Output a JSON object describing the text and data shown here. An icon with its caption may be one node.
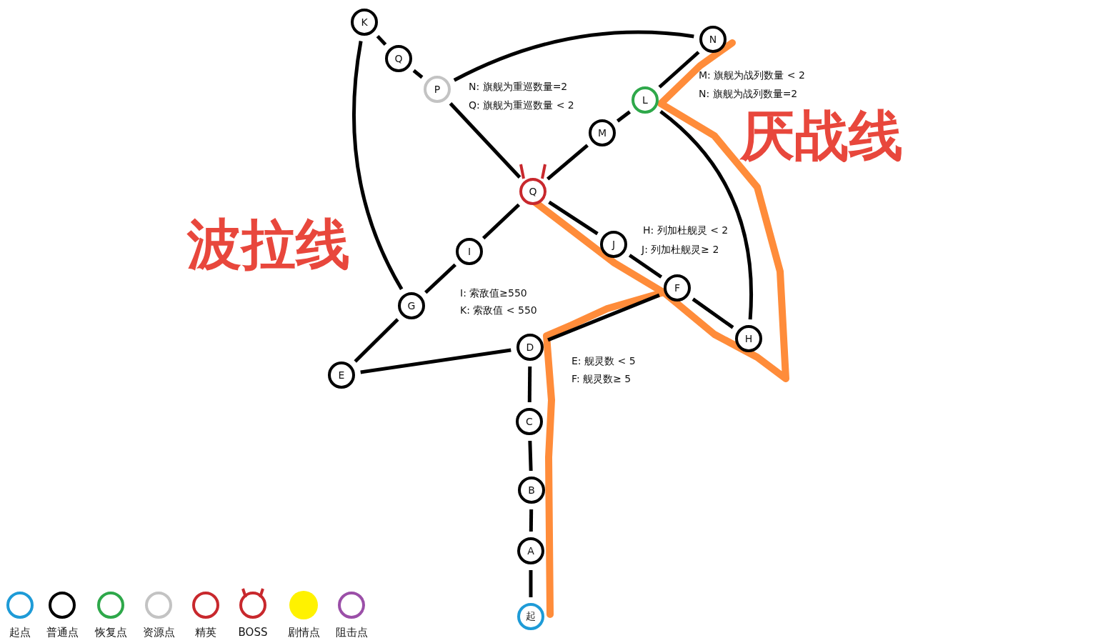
{
  "diagram": {
    "nodes": [
      {
        "text": [
          "K"
        ]
      },
      {
        "text": [
          "Q"
        ]
      },
      {
        "text": [
          "N"
        ]
      },
      {
        "text": [
          "P"
        ]
      },
      {
        "text": [
          "L"
        ]
      },
      {
        "text": [
          "M"
        ]
      },
      {
        "text": [
          "Q"
        ]
      },
      {
        "text": [
          "I"
        ]
      },
      {
        "text": [
          "J"
        ]
      },
      {
        "text": [
          "G"
        ]
      },
      {
        "text": [
          "F"
        ]
      },
      {
        "text": [
          "H"
        ]
      },
      {
        "text": [
          "E"
        ]
      },
      {
        "text": [
          "D"
        ]
      },
      {
        "text": [
          "C"
        ]
      },
      {
        "text": [
          "B"
        ]
      },
      {
        "text": [
          "A"
        ]
      },
      {
        "text": [
          "起"
        ]
      }
    ],
    "edges": [
      {
        "from": 0,
        "to": 1,
        "arrow": "none"
      },
      {
        "from": 1,
        "to": 3,
        "arrow": "none"
      },
      {
        "from": 3,
        "to": 2,
        "arrow": "none"
      },
      {
        "from": 3,
        "to": 6,
        "arrow": "none"
      },
      {
        "from": 0,
        "to": 9,
        "arrow": "none"
      },
      {
        "from": 2,
        "to": 4,
        "arrow": "none"
      },
      {
        "from": 4,
        "to": 5,
        "arrow": "none"
      },
      {
        "from": 5,
        "to": 6,
        "arrow": "none"
      },
      {
        "from": 4,
        "to": 11,
        "arrow": "none"
      },
      {
        "from": 6,
        "to": 7,
        "arrow": "none"
      },
      {
        "from": 6,
        "to": 8,
        "arrow": "none"
      },
      {
        "from": 7,
        "to": 9,
        "arrow": "none"
      },
      {
        "from": 8,
        "to": 10,
        "arrow": "none"
      },
      {
        "from": 10,
        "to": 11,
        "arrow": "none"
      },
      {
        "from": 9,
        "to": 12,
        "arrow": "none"
      },
      {
        "from": 12,
        "to": 13,
        "arrow": "none"
      },
      {
        "from": 13,
        "to": 10,
        "arrow": "none"
      },
      {
        "from": 13,
        "to": 14,
        "arrow": "none"
      },
      {
        "from": 14,
        "to": 15,
        "arrow": "none"
      },
      {
        "from": 15,
        "to": 16,
        "arrow": "none"
      },
      {
        "from": 16,
        "to": 17,
        "arrow": "none"
      }
    ],
    "labels": [
      "M: 旗舰为战列数量 < 2",
      "N: 旗舰为重巡数量=2",
      "N: 旗舰为战列数量=2",
      "Q: 旗舰为重巡数量 < 2",
      "厌战线",
      "波拉线",
      "H: 列加杜舰灵 < 2",
      "J: 列加杜舰灵≥ 2",
      "I: 索敌值≥550",
      "K: 索敌值 < 550",
      "E: 舰灵数 < 5",
      "F: 舰灵数≥ 5"
    ],
    "legend": [
      {
        "text": "起点",
        "color": "#1e9bd7"
      },
      {
        "text": "普通点",
        "color": "#000000"
      },
      {
        "text": "恢复点",
        "color": "#2ea84a"
      },
      {
        "text": "资源点",
        "color": "#c3c3c3"
      },
      {
        "text": "精英",
        "color": "#c8282d"
      },
      {
        "text": "BOSS",
        "color": "#c8282d"
      },
      {
        "text": "剧情点",
        "color": "#fff200"
      },
      {
        "text": "阻击点",
        "color": "#9b4fa8"
      }
    ]
  }
}
